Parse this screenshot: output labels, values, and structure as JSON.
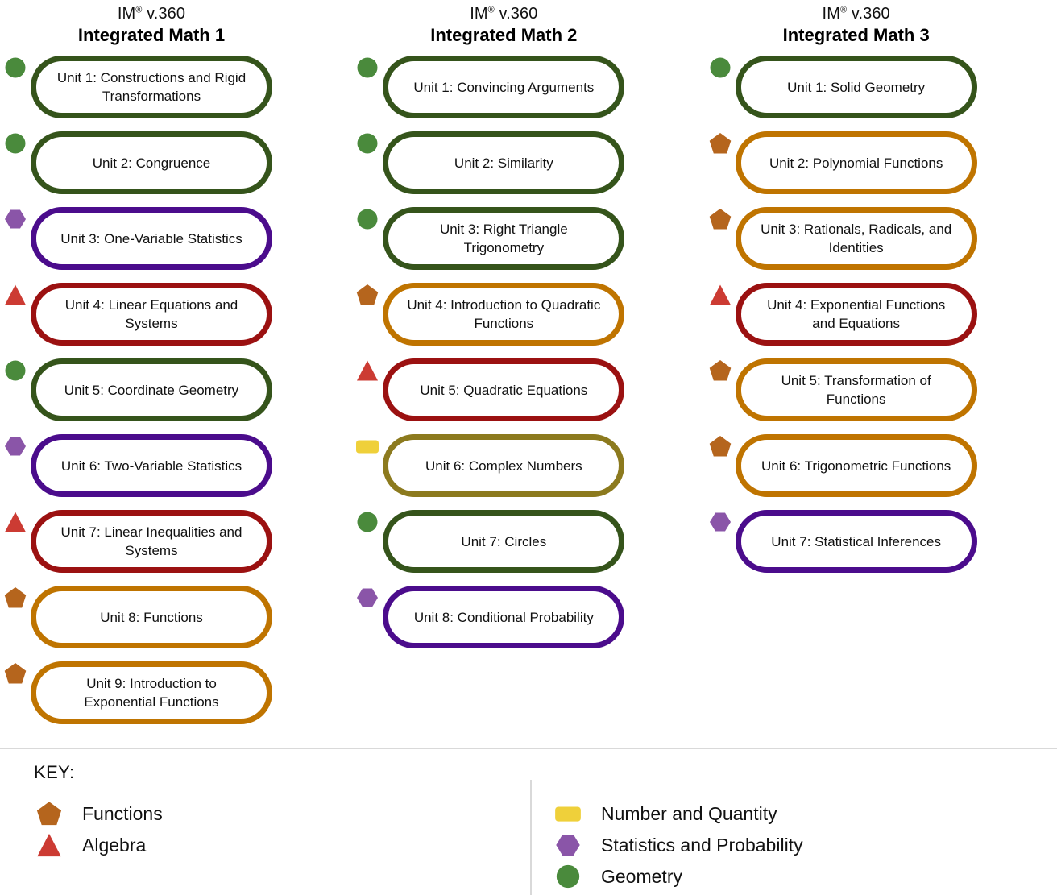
{
  "colors": {
    "geometry_marker": "#4A8A3C",
    "geometry_border": "#35541B",
    "functions_marker": "#B5651D",
    "functions_border": "#BF7400",
    "algebra_marker": "#CC3B33",
    "algebra_border": "#9B1111",
    "statistics_marker": "#8A55A8",
    "statistics_border": "#4B0C8C",
    "number_marker": "#EFD03A",
    "number_border": "#8C7A1E",
    "divider": "#d9d9d9",
    "text": "#111111"
  },
  "columns": [
    {
      "brand": "IM",
      "brand_sup": "®",
      "brand_version": " v.360",
      "title": "Integrated Math 1",
      "units": [
        {
          "label": "Unit 1: Constructions and Rigid Transformations",
          "domain": "geometry",
          "marker": "circle"
        },
        {
          "label": "Unit 2: Congruence",
          "domain": "geometry",
          "marker": "circle"
        },
        {
          "label": "Unit 3: One-Variable Statistics",
          "domain": "statistics",
          "marker": "hexagon"
        },
        {
          "label": "Unit 4: Linear Equations and Systems",
          "domain": "algebra",
          "marker": "triangle"
        },
        {
          "label": "Unit 5: Coordinate Geometry",
          "domain": "geometry",
          "marker": "circle"
        },
        {
          "label": "Unit 6: Two-Variable Statistics",
          "domain": "statistics",
          "marker": "hexagon"
        },
        {
          "label": "Unit 7: Linear Inequalities and Systems",
          "domain": "algebra",
          "marker": "triangle"
        },
        {
          "label": "Unit 8: Functions",
          "domain": "functions",
          "marker": "pentagon"
        },
        {
          "label": "Unit 9: Introduction to Exponential Functions",
          "domain": "functions",
          "marker": "pentagon"
        }
      ]
    },
    {
      "brand": "IM",
      "brand_sup": "®",
      "brand_version": " v.360",
      "title": "Integrated Math 2",
      "units": [
        {
          "label": "Unit 1: Convincing Arguments",
          "domain": "geometry",
          "marker": "circle"
        },
        {
          "label": "Unit 2: Similarity",
          "domain": "geometry",
          "marker": "circle"
        },
        {
          "label": "Unit 3: Right Triangle Trigonometry",
          "domain": "geometry",
          "marker": "circle"
        },
        {
          "label": "Unit 4: Introduction to Quadratic Functions",
          "domain": "functions",
          "marker": "pentagon"
        },
        {
          "label": "Unit 5: Quadratic Equations",
          "domain": "algebra",
          "marker": "triangle"
        },
        {
          "label": "Unit 6: Complex Numbers",
          "domain": "number",
          "marker": "rounded-square"
        },
        {
          "label": "Unit 7: Circles",
          "domain": "geometry",
          "marker": "circle"
        },
        {
          "label": "Unit 8: Conditional Probability",
          "domain": "statistics",
          "marker": "hexagon"
        }
      ]
    },
    {
      "brand": "IM",
      "brand_sup": "®",
      "brand_version": " v.360",
      "title": "Integrated Math 3",
      "units": [
        {
          "label": "Unit 1: Solid Geometry",
          "domain": "geometry",
          "marker": "circle"
        },
        {
          "label": "Unit 2: Polynomial Functions",
          "domain": "functions",
          "marker": "pentagon"
        },
        {
          "label": "Unit 3: Rationals, Radicals, and Identities",
          "domain": "functions",
          "marker": "pentagon"
        },
        {
          "label": "Unit 4: Exponential Functions and Equations",
          "domain": "algebra",
          "marker": "triangle"
        },
        {
          "label": "Unit 5: Transformation of Functions",
          "domain": "functions",
          "marker": "pentagon"
        },
        {
          "label": "Unit 6: Trigonometric Functions",
          "domain": "functions",
          "marker": "pentagon"
        },
        {
          "label": "Unit 7: Statistical Inferences",
          "domain": "statistics",
          "marker": "hexagon"
        }
      ]
    }
  ],
  "key": {
    "title": "KEY:",
    "left_items": [
      {
        "label": "Functions",
        "domain": "functions",
        "marker": "pentagon"
      },
      {
        "label": "Algebra",
        "domain": "algebra",
        "marker": "triangle"
      }
    ],
    "right_items": [
      {
        "label": "Number and Quantity",
        "domain": "number",
        "marker": "rounded-square"
      },
      {
        "label": "Statistics and Probability",
        "domain": "statistics",
        "marker": "hexagon"
      },
      {
        "label": "Geometry",
        "domain": "geometry",
        "marker": "circle"
      }
    ]
  }
}
